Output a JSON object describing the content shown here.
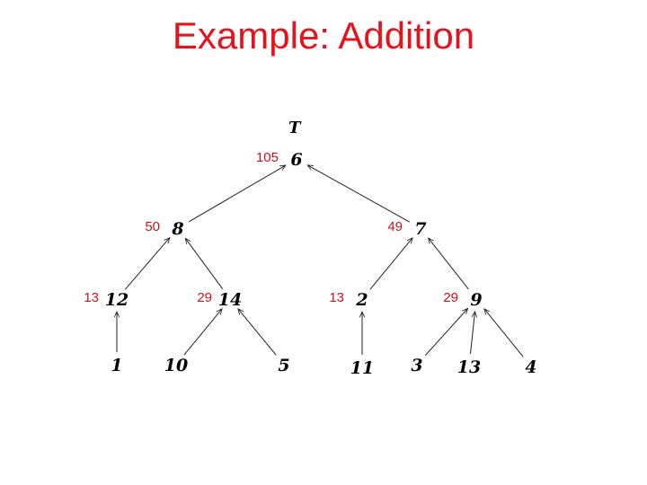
{
  "slide": {
    "title": "Example: Addition",
    "title_color": "#e8121a",
    "sum_color": "#c8141a"
  },
  "tree": {
    "root_label": "T",
    "nodes": [
      {
        "id": "n6",
        "value": "6",
        "sum": "105"
      },
      {
        "id": "n8",
        "value": "8",
        "sum": "50"
      },
      {
        "id": "n7",
        "value": "7",
        "sum": "49"
      },
      {
        "id": "n12",
        "value": "12",
        "sum": "13"
      },
      {
        "id": "n14",
        "value": "14",
        "sum": "29"
      },
      {
        "id": "n2",
        "value": "2",
        "sum": "13"
      },
      {
        "id": "n9",
        "value": "9",
        "sum": "29"
      },
      {
        "id": "n1",
        "value": "1"
      },
      {
        "id": "n10",
        "value": "10"
      },
      {
        "id": "n5",
        "value": "5"
      },
      {
        "id": "n11",
        "value": "11"
      },
      {
        "id": "n3",
        "value": "3"
      },
      {
        "id": "n13",
        "value": "13"
      },
      {
        "id": "n4",
        "value": "4"
      }
    ],
    "edges": [
      {
        "from": "n8",
        "to": "n6"
      },
      {
        "from": "n7",
        "to": "n6"
      },
      {
        "from": "n12",
        "to": "n8"
      },
      {
        "from": "n14",
        "to": "n8"
      },
      {
        "from": "n2",
        "to": "n7"
      },
      {
        "from": "n9",
        "to": "n7"
      },
      {
        "from": "n1",
        "to": "n12"
      },
      {
        "from": "n10",
        "to": "n14"
      },
      {
        "from": "n5",
        "to": "n14"
      },
      {
        "from": "n11",
        "to": "n2"
      },
      {
        "from": "n3",
        "to": "n9"
      },
      {
        "from": "n13",
        "to": "n9"
      },
      {
        "from": "n4",
        "to": "n9"
      }
    ]
  }
}
